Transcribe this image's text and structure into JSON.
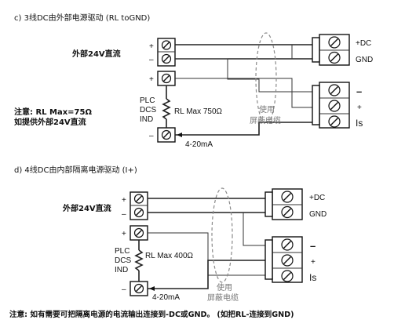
{
  "diagram_c": {
    "title": "c) 3线DC由外部电源驱动 (RL toGND)",
    "ext_supply_label": "外部24V直流",
    "plus_sign": "+",
    "minus_sign": "–",
    "plc_line1": "PLC",
    "plc_line2": "DCS",
    "plc_line3": "IND",
    "rl_label": "RL Max 750Ω",
    "current_label": "4-20mA",
    "shield_line1": "使用",
    "shield_line2": "屏蔽电缆",
    "terminal_plus_dc": "+DC",
    "terminal_gnd": "GND",
    "terminal_minus": "–",
    "terminal_plus": "+",
    "terminal_is": "Is",
    "note_line1": "注意: RL Max=75Ω",
    "note_line2": "如提供外部24V直流"
  },
  "diagram_d": {
    "title": "d) 4线DC由内部隔离电源驱动 (I+)",
    "ext_supply_label": "外部24V直流",
    "plus_sign": "+",
    "minus_sign": "–",
    "plc_line1": "PLC",
    "plc_line2": "DCS",
    "plc_line3": "IND",
    "rl_label": "RL Max 400Ω",
    "current_label": "4-20mA",
    "shield_line1": "使用",
    "shield_line2": "屏蔽电缆",
    "terminal_plus_dc": "+DC",
    "terminal_gnd": "GND",
    "terminal_minus": "–",
    "terminal_plus": "+",
    "terminal_is": "Is"
  },
  "footer_note": "注意: 如有需要可把隔离电源的电流输出连接到-DC或GND。 (如把RL-连接到GND)"
}
